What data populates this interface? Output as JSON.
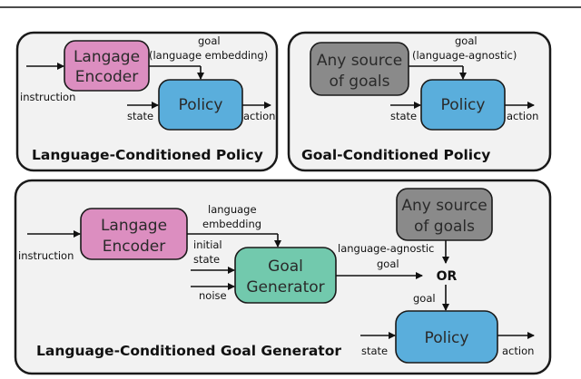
{
  "colors": {
    "encoder_fill": "#dc8ec0",
    "policy_fill": "#5aaedc",
    "source_fill": "#8a8a8a",
    "generator_fill": "#72c9ad",
    "panel_fill": "#f2f2f2"
  },
  "top_left": {
    "title": "Language-Conditioned Policy",
    "encoder": [
      "Langage",
      "Encoder"
    ],
    "policy": "Policy",
    "input": "instruction",
    "goal_label": [
      "goal",
      "(language embedding)"
    ],
    "state": "state",
    "action": "action"
  },
  "top_right": {
    "title": "Goal-Conditioned Policy",
    "source": [
      "Any source",
      "of goals"
    ],
    "policy": "Policy",
    "goal_label": [
      "goal",
      "(language-agnostic)"
    ],
    "state": "state",
    "action": "action"
  },
  "bottom": {
    "title": "Language-Conditioned Goal Generator",
    "encoder": [
      "Langage",
      "Encoder"
    ],
    "input": "instruction",
    "embedding_label": [
      "language",
      "embedding"
    ],
    "initial_state": [
      "initial",
      "state"
    ],
    "noise": "noise",
    "generator": [
      "Goal",
      "Generator"
    ],
    "agnostic_label": [
      "language-agnostic",
      "goal"
    ],
    "or": "OR",
    "source": [
      "Any source",
      "of goals"
    ],
    "goal": "goal",
    "policy": "Policy",
    "state": "state",
    "action": "action"
  }
}
